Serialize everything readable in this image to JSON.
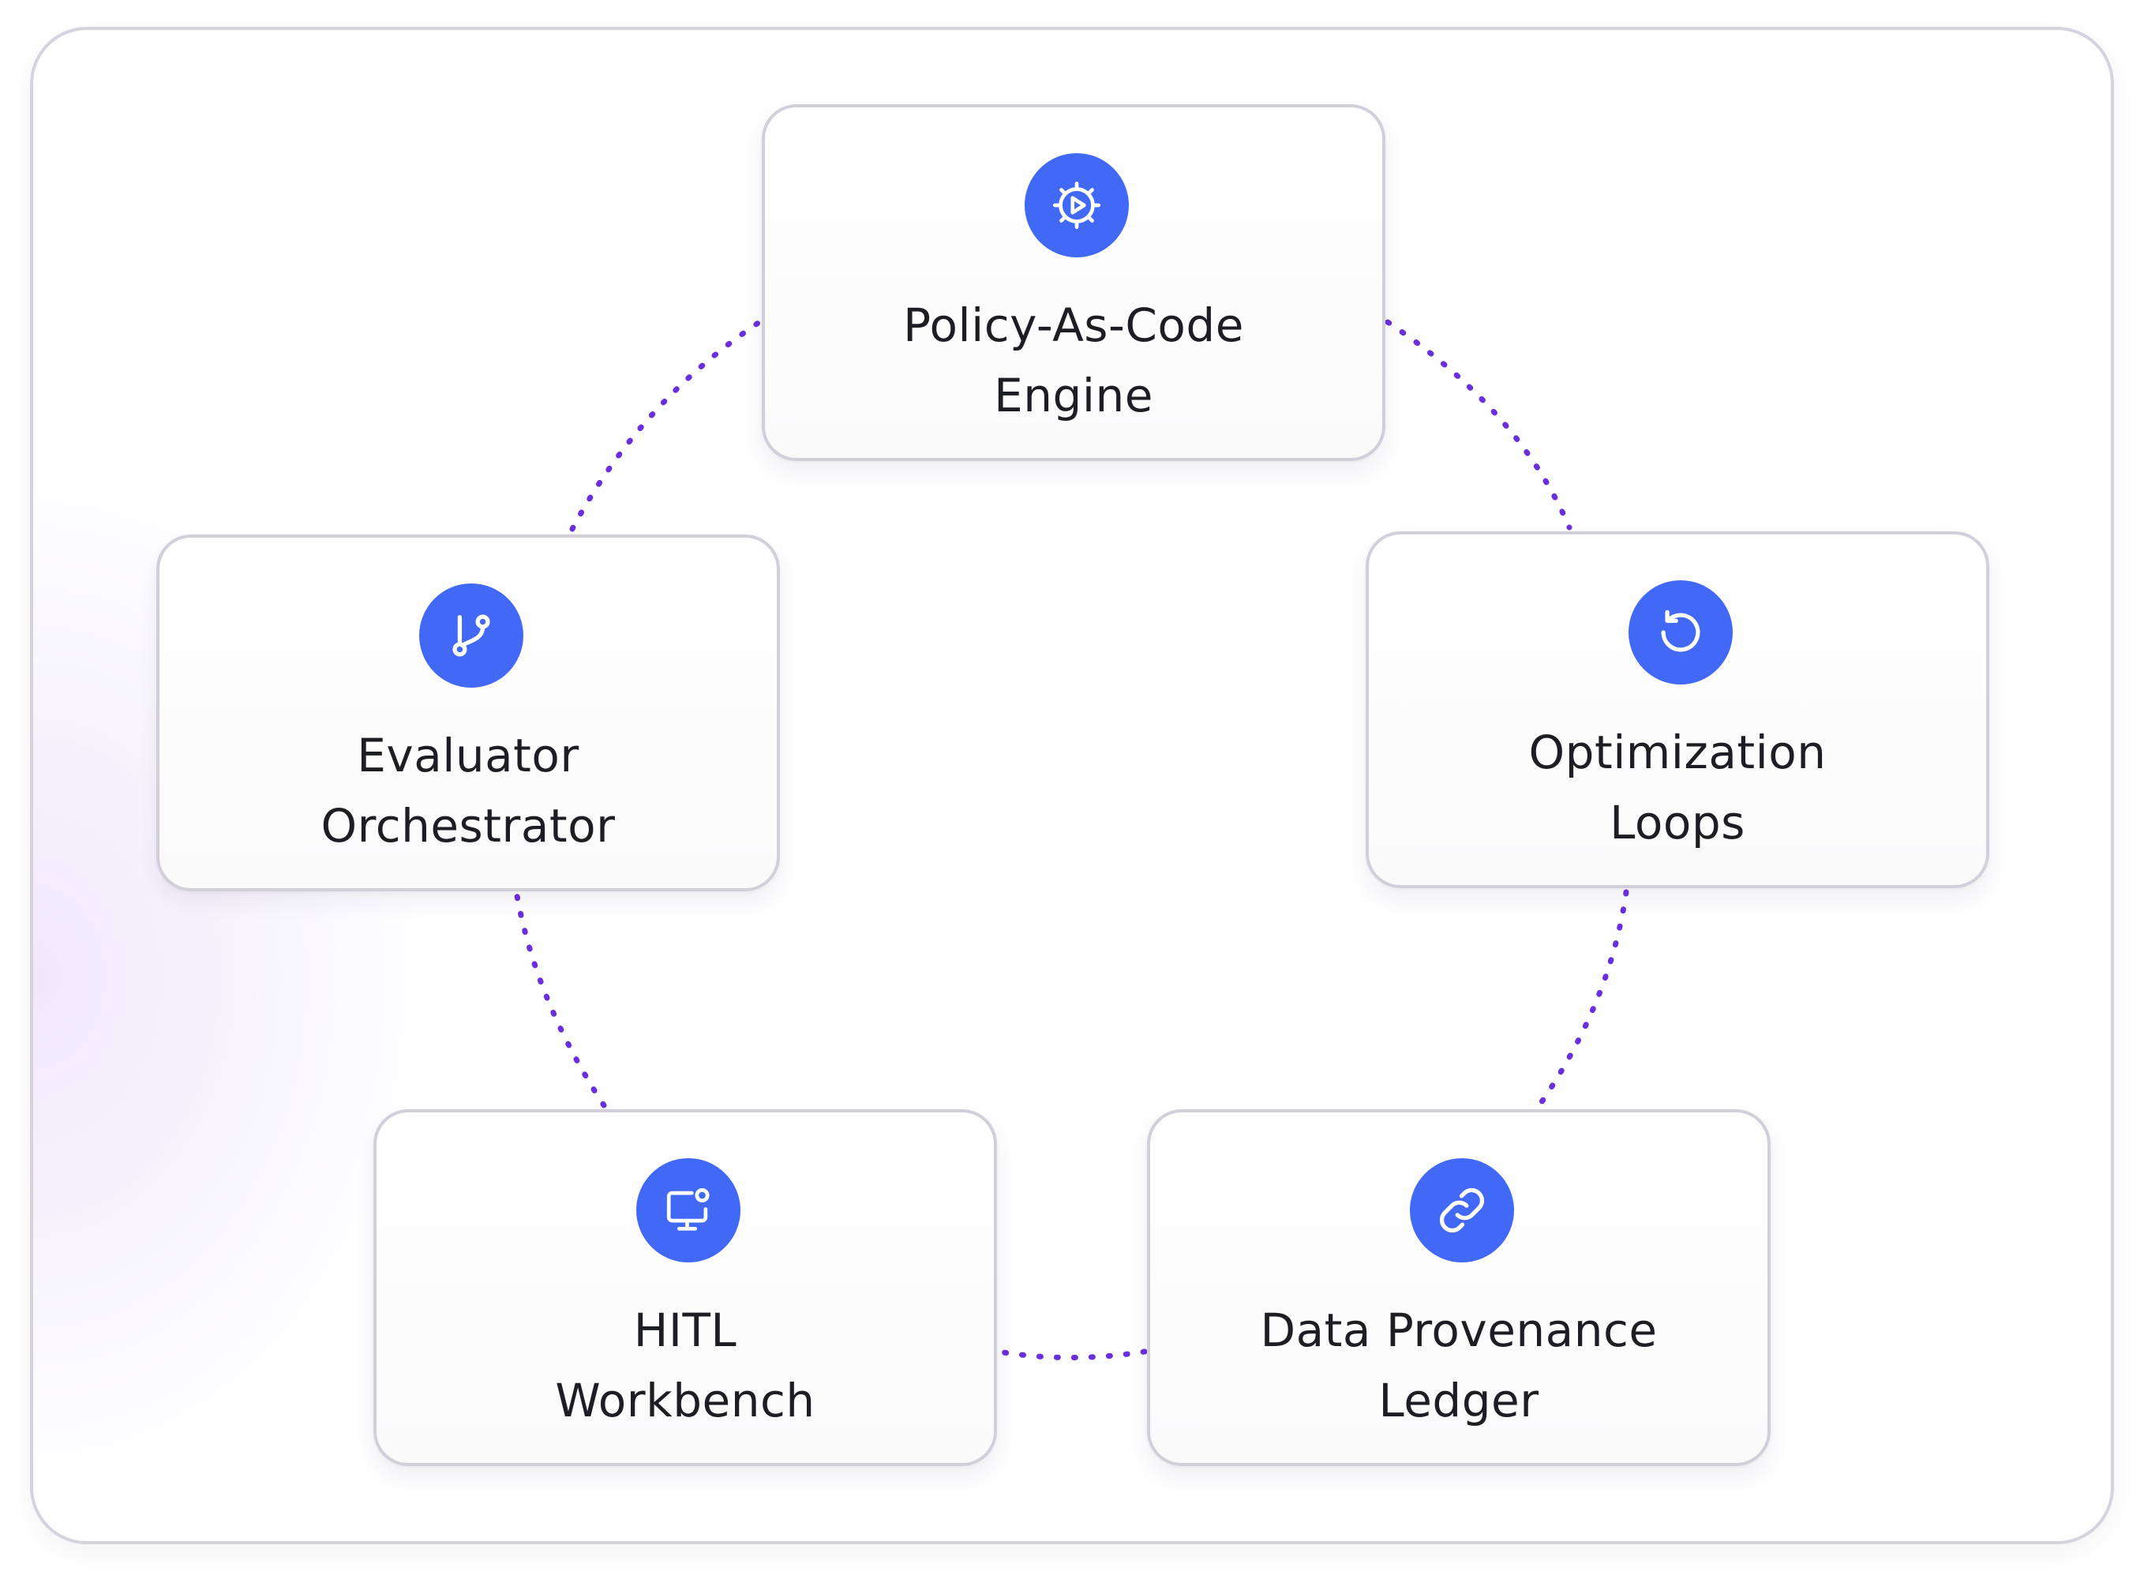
{
  "diagram": {
    "nodes": [
      {
        "id": "policy",
        "line1": "Policy-As-Code",
        "line2": "Engine",
        "icon": "gear-play-icon"
      },
      {
        "id": "optimization",
        "line1": "Optimization",
        "line2": "Loops",
        "icon": "refresh-icon"
      },
      {
        "id": "provenance",
        "line1": "Data Provenance",
        "line2": "Ledger",
        "icon": "link-icon"
      },
      {
        "id": "hitl",
        "line1": "HITL",
        "line2": "Workbench",
        "icon": "monitor-user-icon"
      },
      {
        "id": "evaluator",
        "line1": "Evaluator",
        "line2": "Orchestrator",
        "icon": "git-branch-icon"
      }
    ],
    "connections": [
      [
        "policy",
        "optimization"
      ],
      [
        "optimization",
        "provenance"
      ],
      [
        "provenance",
        "hitl"
      ],
      [
        "hitl",
        "evaluator"
      ],
      [
        "evaluator",
        "policy"
      ]
    ],
    "colors": {
      "connector": "#6a2fdc",
      "icon_badge": "#4169f5",
      "card_border": "#d2cfdb",
      "frame_border": "#d6d3de",
      "text": "#1d1d24"
    }
  }
}
